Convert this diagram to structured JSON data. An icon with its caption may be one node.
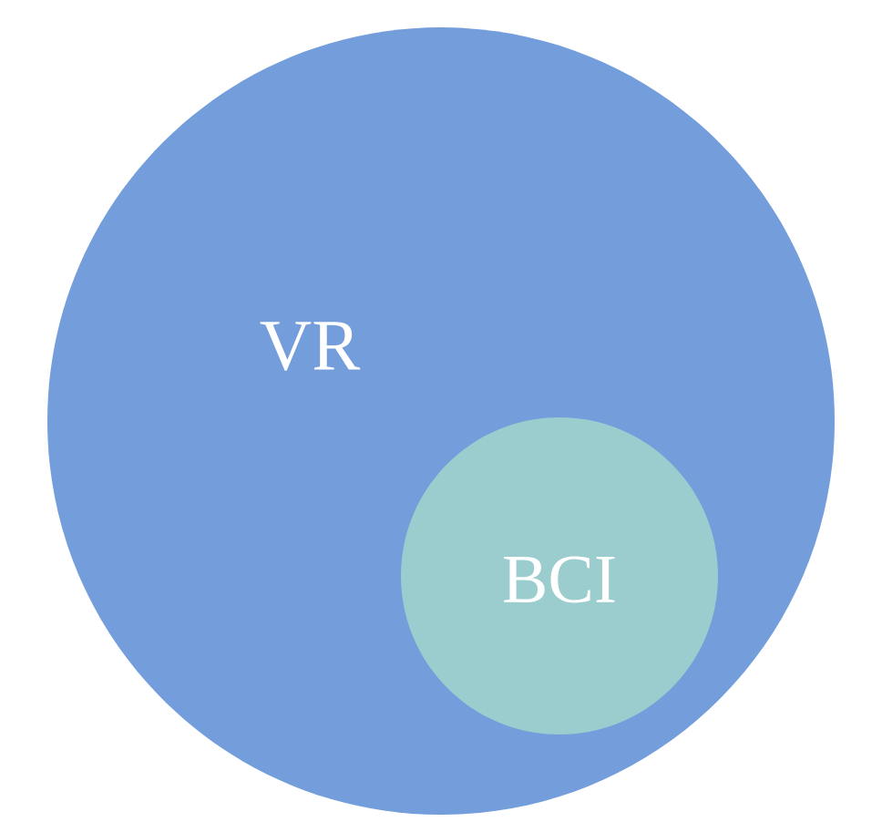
{
  "diagram": {
    "nodes": [
      {
        "text": [
          "VR"
        ]
      },
      {
        "text": [
          "BCI"
        ],
        "in": 0
      }
    ]
  }
}
